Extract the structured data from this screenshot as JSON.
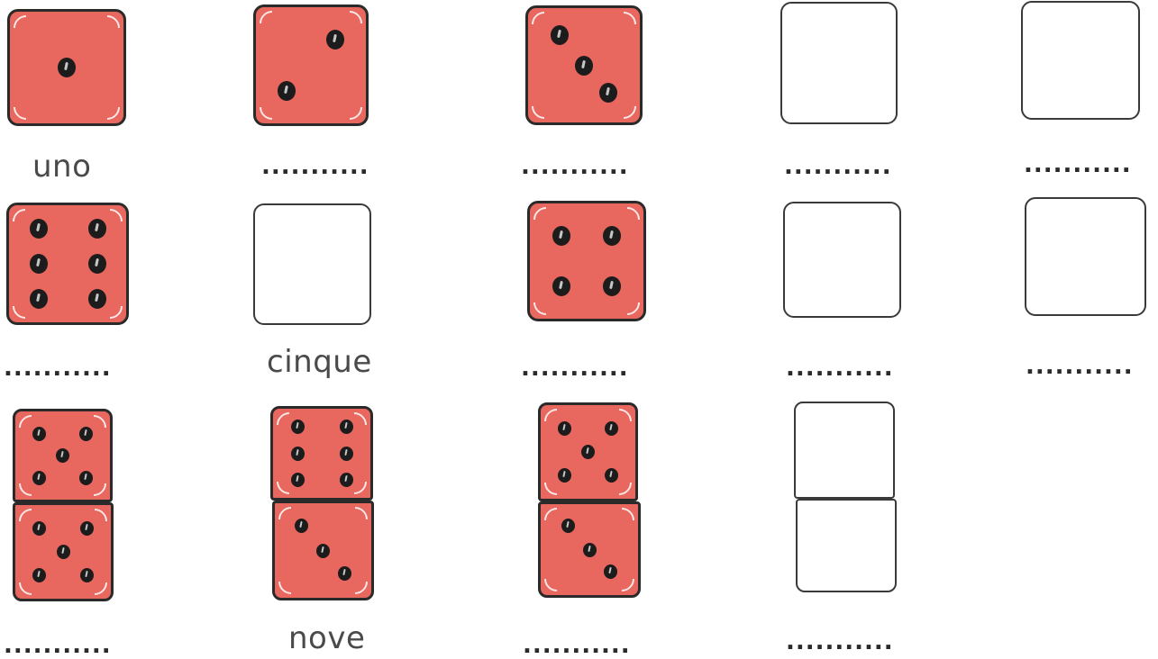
{
  "colors": {
    "die_face": "#e8675e",
    "die_border": "#2a2a2a",
    "pip": "#1c1c1c",
    "label": "#4a4a4a",
    "blank_face": "#ffffff"
  },
  "rows": [
    {
      "items": [
        {
          "id": "r1c1",
          "dice": [
            1
          ],
          "label": "uno"
        },
        {
          "id": "r1c2",
          "dice": [
            2
          ],
          "label": "..........."
        },
        {
          "id": "r1c3",
          "dice": [
            3
          ],
          "label": "..........."
        },
        {
          "id": "r1c4",
          "dice": [
            0
          ],
          "label": "..........."
        },
        {
          "id": "r1c5",
          "dice": [
            0
          ],
          "label": "..........."
        }
      ]
    },
    {
      "items": [
        {
          "id": "r2c1",
          "dice": [
            6
          ],
          "label": "..........."
        },
        {
          "id": "r2c2",
          "dice": [
            0
          ],
          "label": "cinque"
        },
        {
          "id": "r2c3",
          "dice": [
            4
          ],
          "label": "..........."
        },
        {
          "id": "r2c4",
          "dice": [
            0
          ],
          "label": "..........."
        },
        {
          "id": "r2c5",
          "dice": [
            0
          ],
          "label": "..........."
        }
      ]
    },
    {
      "items": [
        {
          "id": "r3c1",
          "dice": [
            5,
            5
          ],
          "label": "..........."
        },
        {
          "id": "r3c2",
          "dice": [
            6,
            3
          ],
          "label": "nove"
        },
        {
          "id": "r3c3",
          "dice": [
            5,
            3
          ],
          "label": "..........."
        },
        {
          "id": "r3c4",
          "dice": [
            0,
            0
          ],
          "label": "..........."
        }
      ]
    }
  ]
}
